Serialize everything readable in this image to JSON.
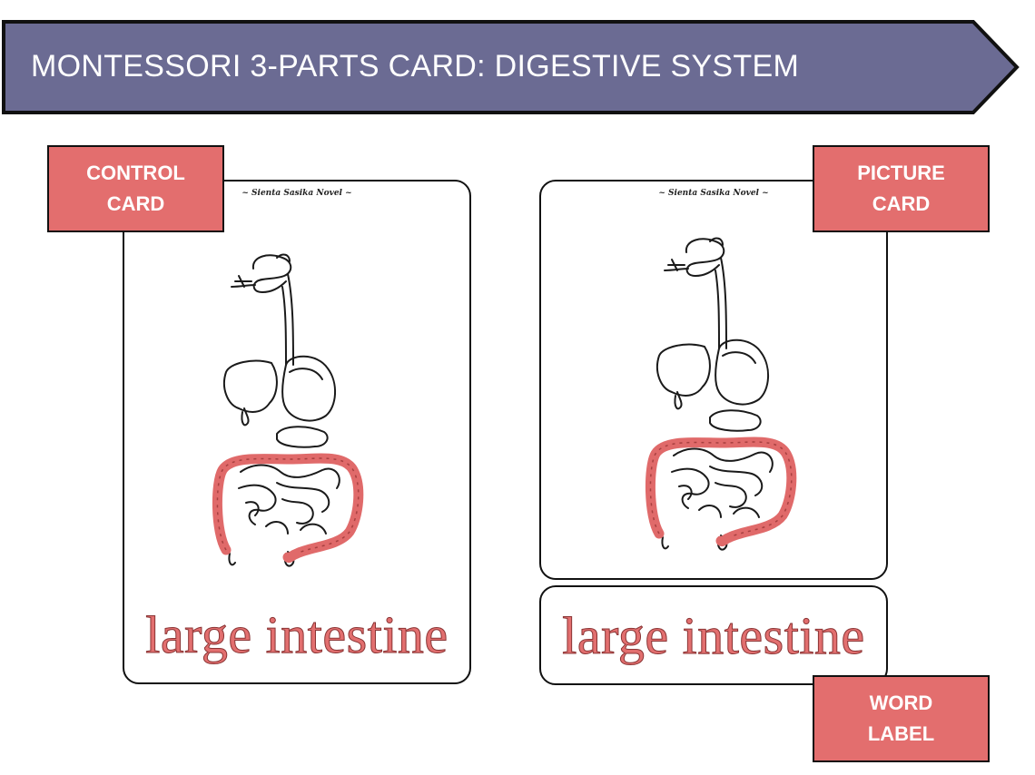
{
  "banner": {
    "title": "MONTESSORI 3-PARTS CARD: DIGESTIVE SYSTEM",
    "color": "#6b6b93"
  },
  "tags": {
    "control": [
      "CONTROL",
      "CARD"
    ],
    "picture": [
      "PICTURE",
      "CARD"
    ],
    "word": [
      "WORD",
      "LABEL"
    ]
  },
  "cards": {
    "credit": "~ Sienta Sasika Novel ~",
    "word": "large intestine"
  },
  "colors": {
    "tag": "#e36e6e",
    "highlight": "#e06a6a"
  }
}
